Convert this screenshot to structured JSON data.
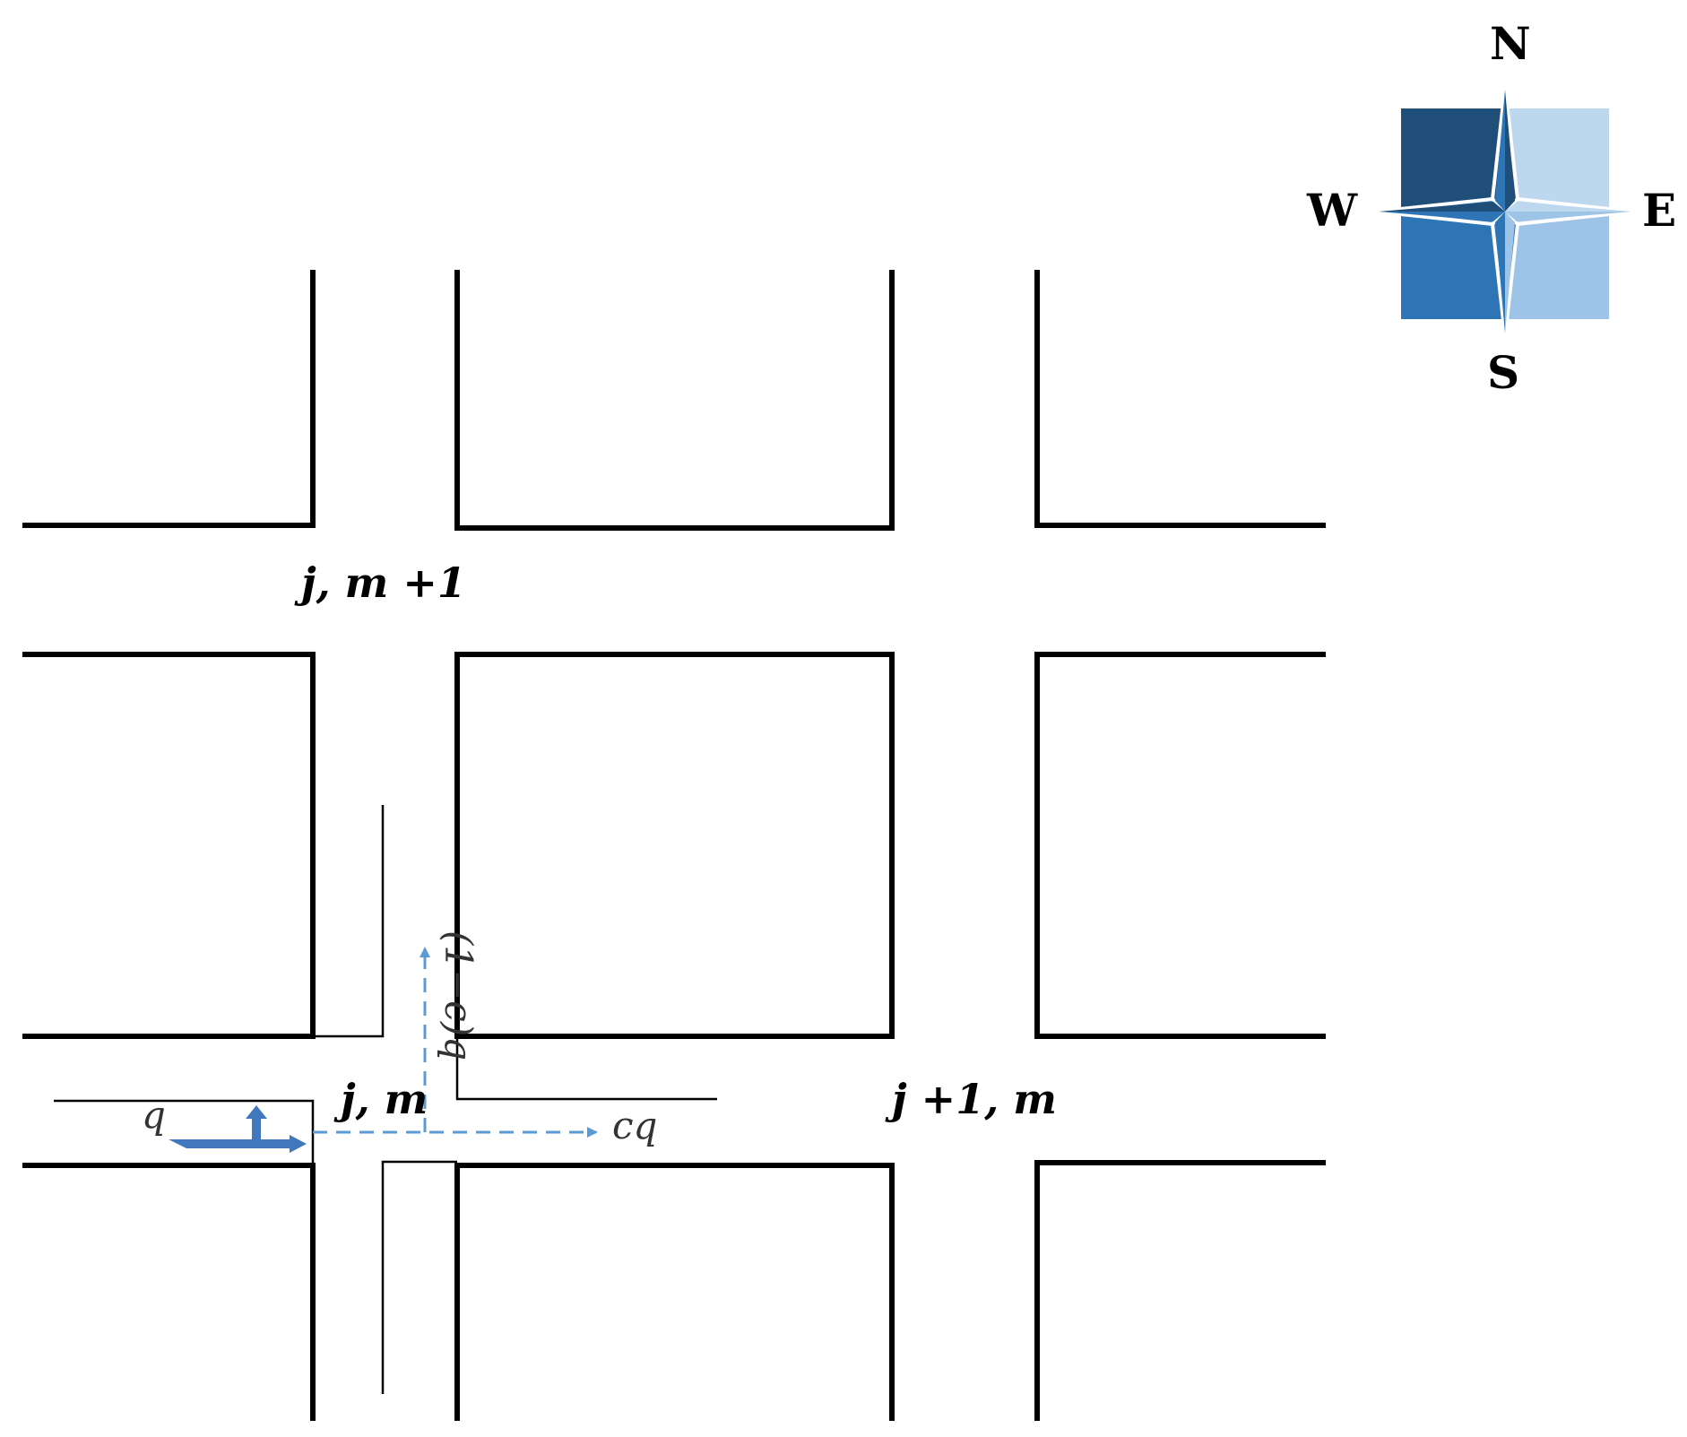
{
  "nodes": {
    "top_intersection": "j, m +1",
    "current_intersection": "j, m",
    "right_intersection": "j +1, m"
  },
  "flows": {
    "incoming": "q",
    "through": "cq",
    "turning": "(1−c)q"
  },
  "compass": {
    "north": "N",
    "south": "S",
    "east": "E",
    "west": "W"
  },
  "colors": {
    "flow_arrow": "#5b9bd5",
    "flow_arrow_solid": "#3f78bd",
    "compass_nw": "#1f4e79",
    "compass_ne": "#bdd7ee",
    "compass_sw": "#2e75b6",
    "compass_se": "#9dc3e6"
  }
}
